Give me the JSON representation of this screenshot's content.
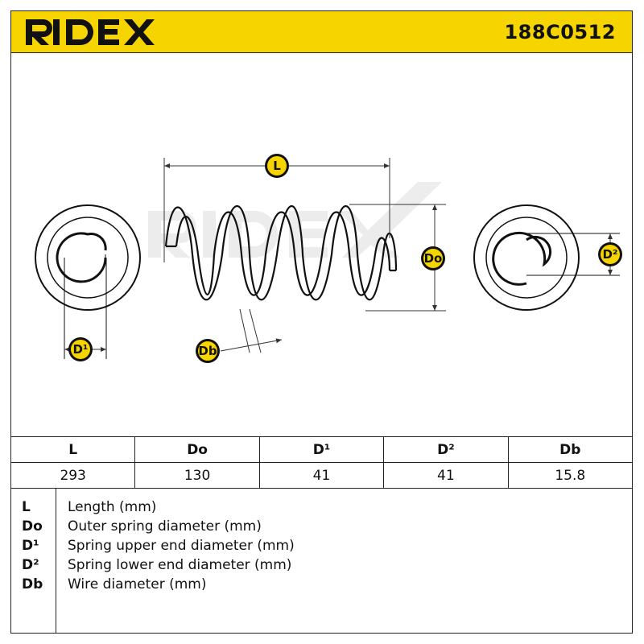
{
  "brand": {
    "name": "RIDEX",
    "accent": "#f5d400"
  },
  "part_number": "188C0512",
  "diagram": {
    "labels": {
      "length": "L",
      "outer_diameter": "Do",
      "upper_end": "D¹",
      "lower_end": "D²",
      "wire": "Db"
    },
    "watermark": "RIDEX"
  },
  "spec_table": {
    "headers": [
      "L",
      "Do",
      "D¹",
      "D²",
      "Db"
    ],
    "values": [
      "293",
      "130",
      "41",
      "41",
      "15.8"
    ]
  },
  "legend": [
    {
      "key": "L",
      "desc": "Length (mm)"
    },
    {
      "key": "Do",
      "desc": "Outer spring diameter (mm)"
    },
    {
      "key": "D¹",
      "desc": "Spring upper end diameter (mm)"
    },
    {
      "key": "D²",
      "desc": "Spring lower end diameter (mm)"
    },
    {
      "key": "Db",
      "desc": "Wire diameter (mm)"
    }
  ]
}
